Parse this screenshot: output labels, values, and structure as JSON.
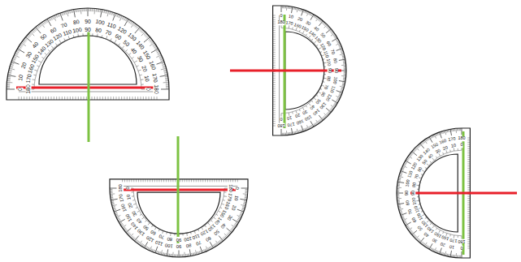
{
  "diagram": {
    "labels": [
      "0",
      "10",
      "20",
      "30",
      "40",
      "50",
      "60",
      "70",
      "80",
      "90",
      "100",
      "110",
      "120",
      "130",
      "140",
      "150",
      "160",
      "170",
      "180",
      "0",
      "10",
      "20",
      "30",
      "40",
      "50",
      "60",
      "70",
      "80",
      "90",
      "100",
      "110",
      "120",
      "130",
      "140",
      "150",
      "160",
      "170",
      "180",
      "0",
      "10",
      "20",
      "30",
      "40",
      "50",
      "60",
      "70",
      "80",
      "90",
      "100",
      "110",
      "120",
      "130",
      "140",
      "150",
      "160",
      "170",
      "180",
      "0",
      "10",
      "20",
      "30",
      "40",
      "50",
      "60",
      "70",
      "80",
      "90",
      "100",
      "110",
      "120",
      "130",
      "140",
      "150",
      "160",
      "170",
      "180",
      "0",
      "10",
      "20",
      "30",
      "40",
      "50",
      "60",
      "70",
      "80",
      "90",
      "100",
      "110",
      "120",
      "130",
      "140",
      "150",
      "160",
      "170",
      "180",
      "0",
      "10",
      "20",
      "30",
      "40",
      "50",
      "60",
      "70",
      "80",
      "90",
      "100",
      "110",
      "120",
      "130",
      "140",
      "150",
      "160",
      "170",
      "180",
      "0",
      "10",
      "20",
      "30",
      "40",
      "50",
      "60",
      "70",
      "80",
      "90",
      "100",
      "110",
      "120",
      "130",
      "140",
      "150",
      "160",
      "170",
      "180",
      "0",
      "10",
      "20",
      "30",
      "40",
      "50",
      "60",
      "70",
      "80",
      "90",
      "100",
      "110",
      "120",
      "130",
      "140",
      "150",
      "160",
      "170",
      "180"
    ]
  }
}
